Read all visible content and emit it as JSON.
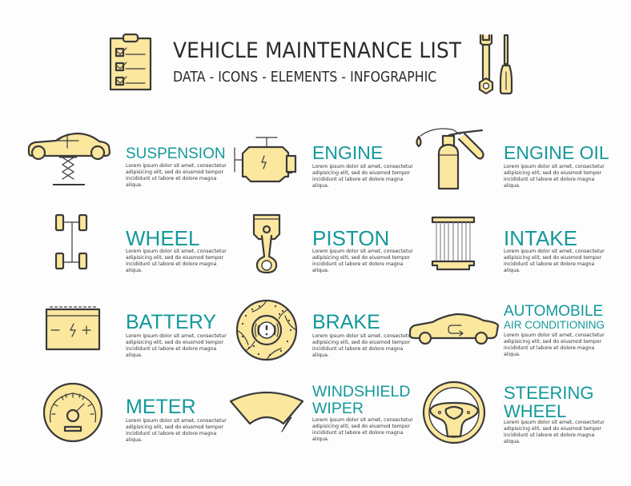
{
  "header": {
    "title": "VEHICLE MAINTENANCE LIST",
    "subtitle": "DATA - ICONS - ELEMENTS - INFOGRAPHIC",
    "icons": [
      "clipboard-checklist-icon",
      "wrench-icon",
      "screwdriver-icon"
    ]
  },
  "colors": {
    "accent": "#14999b",
    "icon_fill": "#fbe79e",
    "outline": "#3a3a3a",
    "text": "#2b2b2b",
    "background": "#fdfdfd"
  },
  "lorem": "Lorem ipsum dolor sit amet, consectetur adipisicing elit, sed do eiusmod tempor incididunt ut labore et dolore magna aliqua.",
  "items": [
    {
      "title": "SUSPENSION",
      "icon": "car-lift-icon",
      "desc": "Lorem ipsum dolor sit amet, consectetur adipisicing elit, sed do eiusmod tempor incididunt ut labore et dolore magna aliqua."
    },
    {
      "title": "ENGINE",
      "icon": "engine-icon",
      "desc": "Lorem ipsum dolor sit amet, consectetur adipisicing elit, sed do eiusmod tempor incididunt ut labore et dolore magna aliqua."
    },
    {
      "title": "ENGINE OIL",
      "icon": "oil-can-icon",
      "desc": "Lorem ipsum dolor sit amet, consectetur adipisicing elit, sed do eiusmod tempor incididunt ut labore et dolore magna aliqua."
    },
    {
      "title": "WHEEL",
      "icon": "axle-wheels-icon",
      "desc": "Lorem ipsum dolor sit amet, consectetur adipisicing elit, sed do eiusmod tempor incididunt ut labore et dolore magna aliqua."
    },
    {
      "title": "PISTON",
      "icon": "piston-icon",
      "desc": "Lorem ipsum dolor sit amet, consectetur adipisicing elit, sed do eiusmod tempor incididunt ut labore et dolore magna aliqua."
    },
    {
      "title": "INTAKE",
      "icon": "air-filter-icon",
      "desc": "Lorem ipsum dolor sit amet, consectetur adipisicing elit, sed do eiusmod tempor incididunt ut labore et dolore magna aliqua."
    },
    {
      "title": "BATTERY",
      "icon": "battery-icon",
      "desc": "Lorem ipsum dolor sit amet, consectetur adipisicing elit, sed do eiusmod tempor incididunt ut labore et dolore magna aliqua."
    },
    {
      "title": "BRAKE",
      "icon": "brake-disc-icon",
      "desc": "Lorem ipsum dolor sit amet, consectetur adipisicing elit, sed do eiusmod tempor incididunt ut labore et dolore magna aliqua."
    },
    {
      "title": "AUTOMOBILE",
      "subtitle": "AIR CONDITIONING",
      "icon": "car-air-recirculation-icon",
      "desc": "Lorem ipsum dolor sit amet, consectetur adipisicing elit, sed do eiusmod tempor incididunt ut labore et dolore magna aliqua."
    },
    {
      "title": "METER",
      "icon": "speedometer-icon",
      "desc": "Lorem ipsum dolor sit amet, consectetur adipisicing elit, sed do eiusmod tempor incididunt ut labore et dolore magna aliqua."
    },
    {
      "title": "WINDSHIELD",
      "subtitle": "WIPER",
      "icon": "windshield-wiper-icon",
      "desc": "Lorem ipsum dolor sit amet, consectetur adipisicing elit, sed do eiusmod tempor incididunt ut labore et dolore magna aliqua."
    },
    {
      "title": "STEERING",
      "subtitle": "WHEEL",
      "icon": "steering-wheel-icon",
      "desc": "Lorem ipsum dolor sit amet, consectetur adipisicing elit, sed do eiusmod tempor incididunt ut labore et dolore magna aliqua."
    }
  ]
}
